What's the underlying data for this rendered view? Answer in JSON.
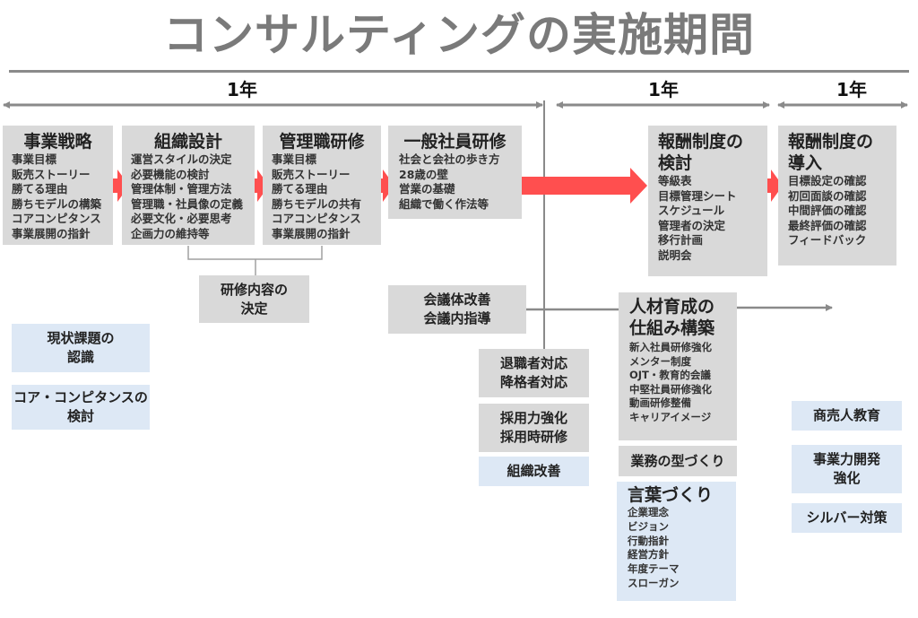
{
  "title": "コンサルティングの実施期間",
  "periods": [
    {
      "label": "1年"
    },
    {
      "label": "1年"
    },
    {
      "label": "1年"
    }
  ],
  "colors": {
    "arrow_red": "#ff4f4f",
    "box_gray": "#d9d9d9",
    "box_blue": "#dde8f5",
    "line_gray": "#8a8a8a",
    "title_gray": "#7a7a7a"
  },
  "flow": [
    {
      "heading": "事業戦略",
      "items": [
        "事業目標",
        "販売ストーリー",
        "勝てる理由",
        "勝ちモデルの構築",
        "コアコンピタンス",
        "事業展開の指針"
      ]
    },
    {
      "heading": "組織設計",
      "items": [
        "運営スタイルの決定",
        "必要機能の検討",
        "管理体制・管理方法",
        "管理職・社員像の定義",
        "必要文化・必要思考",
        "企画力の維持等"
      ]
    },
    {
      "heading": "管理職研修",
      "items": [
        "事業目標",
        "販売ストーリー",
        "勝てる理由",
        "勝ちモデルの共有",
        "コアコンピタンス",
        "事業展開の指針"
      ]
    },
    {
      "heading": "一般社員研修",
      "items": [
        "社会と会社の歩き方",
        "28歳の壁",
        "営業の基礎",
        "組織で働く作法等"
      ]
    },
    {
      "heading": "報酬制度の検討",
      "heading_lines": [
        "報酬制度の",
        "検討"
      ],
      "items": [
        "等級表",
        "目標管理シート",
        "スケジュール",
        "管理者の決定",
        "移行計画",
        "説明会"
      ]
    },
    {
      "heading": "報酬制度の導入",
      "heading_lines": [
        "報酬制度の",
        "導入"
      ],
      "items": [
        "目標設定の確認",
        "初回面談の確認",
        "中間評価の確認",
        "最終評価の確認",
        "フィードバック"
      ]
    }
  ],
  "training_decision": {
    "lines": [
      "研修内容の",
      "決定"
    ]
  },
  "blue_left": [
    {
      "lines": [
        "現状課題の",
        "認識"
      ]
    },
    {
      "lines": [
        "コア・コンピタンスの",
        "検討"
      ]
    }
  ],
  "meeting": {
    "lines": [
      "会議体改善",
      "会議内指導"
    ]
  },
  "mid_boxes": [
    {
      "lines": [
        "退職者対応",
        "降格者対応"
      ],
      "style": "gray"
    },
    {
      "lines": [
        "採用力強化",
        "採用時研修"
      ],
      "style": "gray"
    },
    {
      "lines": [
        "組織改善"
      ],
      "style": "blue"
    }
  ],
  "hr_system": {
    "heading_lines": [
      "人材育成の",
      "仕組み構築"
    ],
    "items": [
      "新入社員研修強化",
      "メンター制度",
      "OJT・教育的会議",
      "中堅社員研修強化",
      "動画研修整備",
      "キャリアイメージ"
    ]
  },
  "work_pattern": {
    "label": "業務の型づくり"
  },
  "words": {
    "heading": "言葉づくり",
    "items": [
      "企業理念",
      "ビジョン",
      "行動指針",
      "経営方針",
      "年度テーマ",
      "スローガン"
    ]
  },
  "right_blue": [
    {
      "lines": [
        "商売人教育"
      ]
    },
    {
      "lines": [
        "事業力開発",
        "強化"
      ]
    },
    {
      "lines": [
        "シルバー対策"
      ]
    }
  ]
}
